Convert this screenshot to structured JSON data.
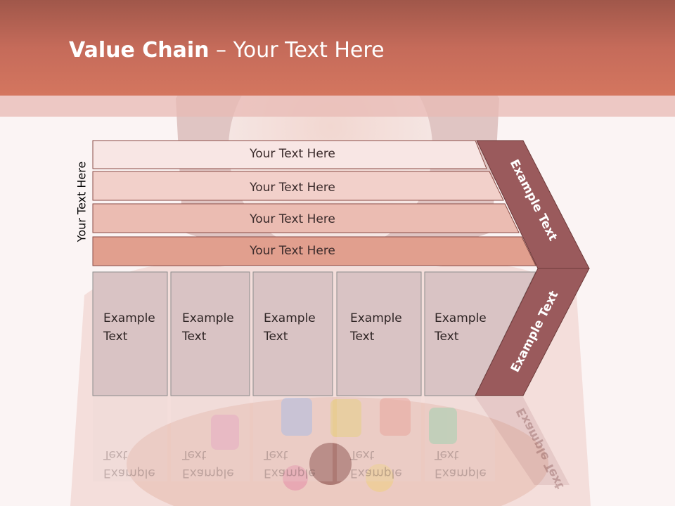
{
  "slide": {
    "title_bold": "Value Chain",
    "title_rest": " – Your Text Here",
    "side_label": "Your Text Here"
  },
  "bars": [
    {
      "label": "Your Text Here"
    },
    {
      "label": "Your Text Here"
    },
    {
      "label": "Your Text Here"
    },
    {
      "label": "Your Text Here"
    }
  ],
  "columns": [
    {
      "line1": "Example",
      "line2": "Text"
    },
    {
      "line1": "Example",
      "line2": "Text"
    },
    {
      "line1": "Example",
      "line2": "Text"
    },
    {
      "line1": "Example",
      "line2": "Text"
    },
    {
      "line1": "Example",
      "line2": "Text"
    }
  ],
  "arrow": {
    "upper_label": "Example Text",
    "lower_label": "Example Text"
  },
  "colors": {
    "header": "#c56b5a",
    "arrow": "#9a5a5c",
    "column_fill": "#d9c3c4",
    "bar_1": "#f8e6e4",
    "bar_2": "#f2d0ca",
    "bar_3": "#ebbcb2",
    "bar_4": "#e19f8e"
  }
}
